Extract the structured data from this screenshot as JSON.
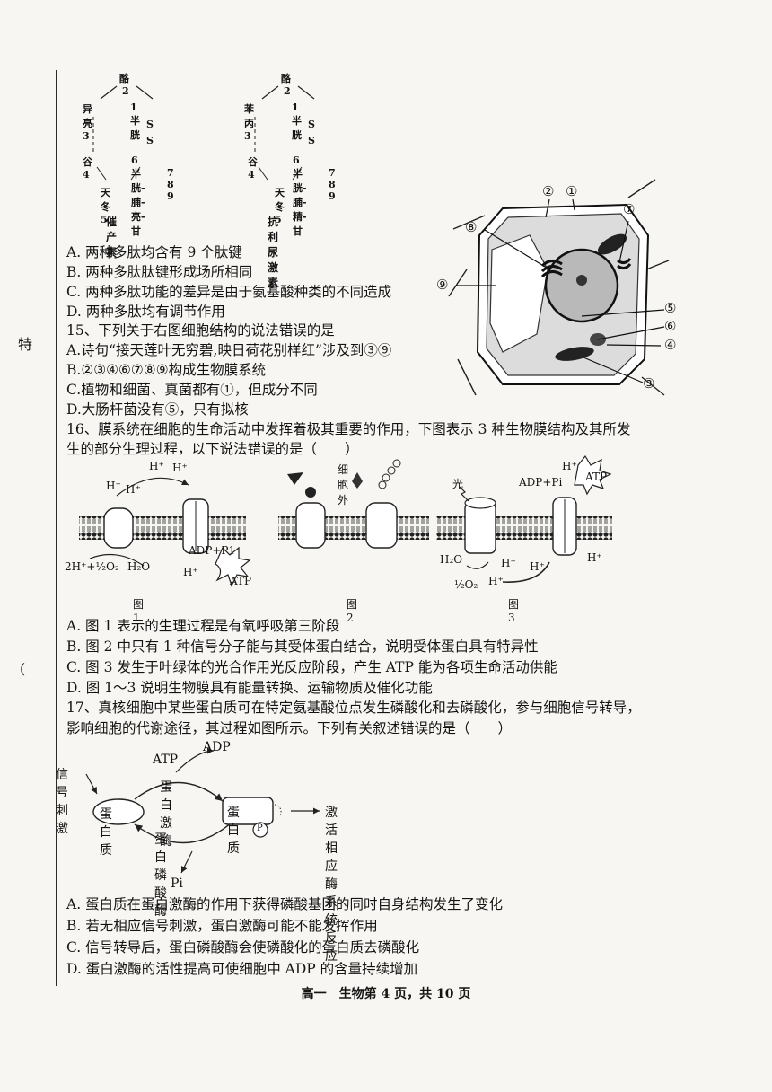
{
  "margin": {
    "char_top": "特",
    "char_mid": "("
  },
  "hormones": {
    "oxytocin": {
      "top": "酪",
      "pos2": "2",
      "left3": "异亮3",
      "right1": "1半胱",
      "s1": "S",
      "s2": "S",
      "left4": "谷4",
      "chain": "6半胱-脯-亮-甘",
      "nums": "7 8 9",
      "bottom5": "天冬5",
      "caption": "催产素"
    },
    "vasopressin": {
      "top": "酪",
      "pos2": "2",
      "left3": "苯丙3",
      "right1": "1半胱",
      "s1": "S",
      "s2": "S",
      "left4": "谷4",
      "chain": "6半胱-脯-精-甘",
      "nums": "7 8 9",
      "bottom5": "天冬5",
      "caption": "抗利尿激素"
    }
  },
  "q14_options": [
    "A. 两种多肽均含有 9 个肽键",
    "B. 两种多肽肽键形成场所相同",
    "C. 两种多肽功能的差异是由于氨基酸种类的不同造成",
    "D. 两种多肽均有调节作用"
  ],
  "q15": {
    "stem": "15、下列关于右图细胞结构的说法错误的是",
    "options": [
      "A.诗句“接天莲叶无穷碧,映日荷花别样红”涉及到③⑨",
      "B.②③④⑥⑦⑧⑨构成生物膜系统",
      "C.植物和细菌、真菌都有①，但成分不同",
      "D.大肠杆菌没有⑤，只有拟核"
    ],
    "cell_labels": [
      "②",
      "①",
      "⑦",
      "⑧",
      "⑨",
      "⑤",
      "⑥",
      "④",
      "③"
    ]
  },
  "q16": {
    "stem_line1": "16、膜系统在细胞的生命活动中发挥着极其重要的作用，下图表示 3 种生物膜结构及其所发",
    "stem_line2": "生的部分生理过程，以下说法错误的是（　　）",
    "fig1": {
      "h_labels": [
        "H⁺",
        "H⁺",
        "H⁺",
        "H⁺",
        "H⁺"
      ],
      "reaction_left": "2H⁺+½O₂",
      "h2o": "H₂O",
      "adp": "ADP+P1",
      "atp": "ATP",
      "caption": "图1"
    },
    "fig2": {
      "outside": "细胞外",
      "caption": "图2"
    },
    "fig3": {
      "light": "光",
      "adp": "ADP+Pi",
      "atp": "ATP",
      "h2o": "H₂O",
      "o2": "½O₂",
      "h_labels": [
        "H⁺",
        "H⁺",
        "H⁺",
        "H⁺",
        "H⁺"
      ],
      "caption": "图3"
    },
    "options": [
      "A. 图 1 表示的生理过程是有氧呼吸第三阶段",
      "B. 图 2 中只有 1 种信号分子能与其受体蛋白结合，说明受体蛋白具有特异性",
      "C. 图 3 发生于叶绿体的光合作用光反应阶段，产生 ATP 能为各项生命活动供能",
      "D. 图 1～3 说明生物膜具有能量转换、运输物质及催化功能"
    ]
  },
  "q17": {
    "stem_line1": "17、真核细胞中某些蛋白质可在特定氨基酸位点发生磷酸化和去磷酸化，参与细胞信号转导，",
    "stem_line2": "影响细胞的代谢途径，其过程如图所示。下列有关叙述错误的是（　　）",
    "diagram": {
      "adp": "ADP",
      "atp": "ATP",
      "signal": "信号刺激",
      "kinase": "蛋白激酶",
      "protein_left": "蛋白质",
      "protein_right": "蛋白质",
      "p": "P",
      "result": "激活相应酶系统反应",
      "phosphatase": "蛋白磷酸酶",
      "pi": "Pi"
    },
    "options": [
      "A. 蛋白质在蛋白激酶的作用下获得磷酸基团的同时自身结构发生了变化",
      "B. 若无相应信号刺激，蛋白激酶可能不能发挥作用",
      "C. 信号转导后，蛋白磷酸酶会使磷酸化的蛋白质去磷酸化",
      "D. 蛋白激酶的活性提高可使细胞中 ADP 的含量持续增加"
    ]
  },
  "footer": "高一　生物第 4 页，共 10 页"
}
